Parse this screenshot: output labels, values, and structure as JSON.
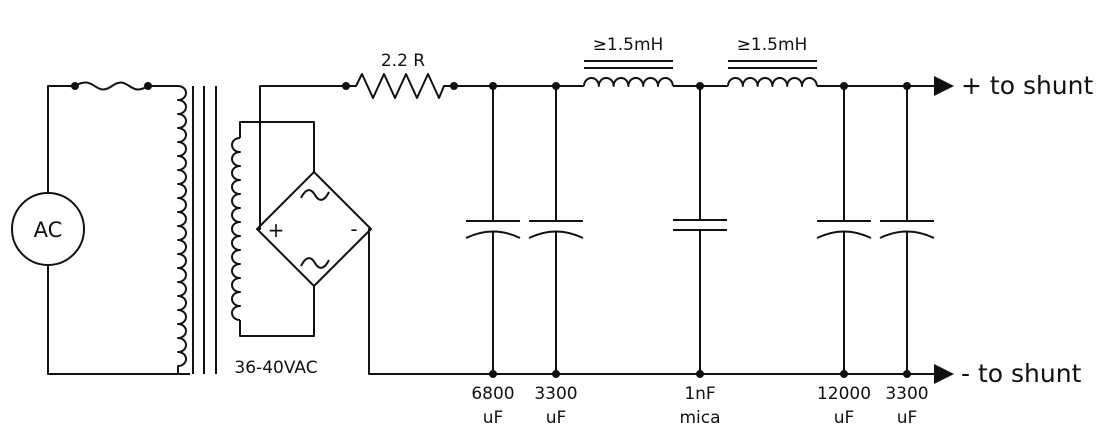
{
  "source_label": "AC",
  "transformer_label": "36-40VAC",
  "bridge": {
    "plus_label": "+",
    "minus_label": "-"
  },
  "resistor": {
    "label": "2.2 R"
  },
  "inductors": [
    {
      "label": "≥1.5mH"
    },
    {
      "label": "≥1.5mH"
    }
  ],
  "capacitors": [
    {
      "value": "6800",
      "unit": "uF",
      "kind": "electrolytic"
    },
    {
      "value": "3300",
      "unit": "uF",
      "kind": "electrolytic"
    },
    {
      "value": "1nF",
      "unit": "mica",
      "kind": "film"
    },
    {
      "value": "12000",
      "unit": "uF",
      "kind": "electrolytic"
    },
    {
      "value": "3300",
      "unit": "uF",
      "kind": "electrolytic"
    }
  ],
  "outputs": {
    "positive_label": "+ to shunt",
    "negative_label": "- to shunt"
  }
}
